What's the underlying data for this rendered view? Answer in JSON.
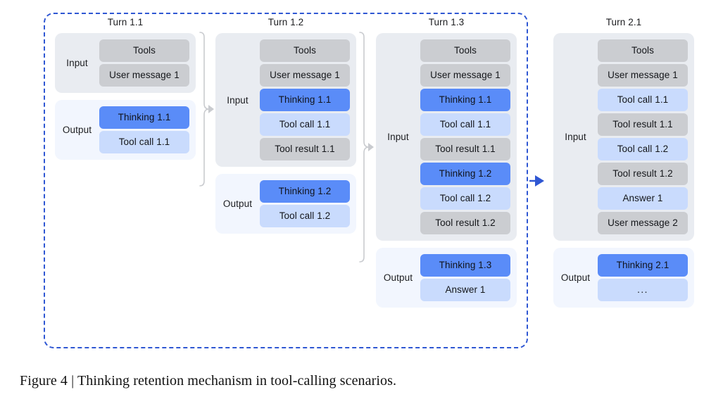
{
  "figure": {
    "caption": "Figure 4 | Thinking retention mechanism in tool-calling scenarios.",
    "frame_color": "#2f57d3",
    "colors": {
      "input_panel": "#e9ecf1",
      "output_panel": "#f2f6fe",
      "block_grey": "#cbcdd1",
      "block_thinking": "#5a8cf8",
      "block_light_blue": "#c9dbfd",
      "connector_grey": "#c9cbcf",
      "arrow_blue": "#2f57d3"
    },
    "labels": {
      "input": "Input",
      "output": "Output"
    }
  },
  "turns": [
    {
      "title": "Turn 1.1",
      "input": [
        {
          "text": "Tools",
          "kind": "grey"
        },
        {
          "text": "User message 1",
          "kind": "grey"
        }
      ],
      "output": [
        {
          "text": "Thinking 1.1",
          "kind": "think"
        },
        {
          "text": "Tool call 1.1",
          "kind": "lightblue"
        }
      ]
    },
    {
      "title": "Turn 1.2",
      "input": [
        {
          "text": "Tools",
          "kind": "grey"
        },
        {
          "text": "User message 1",
          "kind": "grey"
        },
        {
          "text": "Thinking 1.1",
          "kind": "think"
        },
        {
          "text": "Tool call 1.1",
          "kind": "lightblue"
        },
        {
          "text": "Tool result 1.1",
          "kind": "grey"
        }
      ],
      "output": [
        {
          "text": "Thinking 1.2",
          "kind": "think"
        },
        {
          "text": "Tool call 1.2",
          "kind": "lightblue"
        }
      ]
    },
    {
      "title": "Turn 1.3",
      "input": [
        {
          "text": "Tools",
          "kind": "grey"
        },
        {
          "text": "User message 1",
          "kind": "grey"
        },
        {
          "text": "Thinking 1.1",
          "kind": "think"
        },
        {
          "text": "Tool call 1.1",
          "kind": "lightblue"
        },
        {
          "text": "Tool result 1.1",
          "kind": "grey"
        },
        {
          "text": "Thinking 1.2",
          "kind": "think"
        },
        {
          "text": "Tool call 1.2",
          "kind": "lightblue"
        },
        {
          "text": "Tool result 1.2",
          "kind": "grey"
        }
      ],
      "output": [
        {
          "text": "Thinking 1.3",
          "kind": "think"
        },
        {
          "text": "Answer 1",
          "kind": "lightblue"
        }
      ]
    },
    {
      "title": "Turn 2.1",
      "input": [
        {
          "text": "Tools",
          "kind": "grey"
        },
        {
          "text": "User message 1",
          "kind": "grey"
        },
        {
          "text": "Tool call 1.1",
          "kind": "lightblue"
        },
        {
          "text": "Tool result 1.1",
          "kind": "grey"
        },
        {
          "text": "Tool call 1.2",
          "kind": "lightblue"
        },
        {
          "text": "Tool result 1.2",
          "kind": "grey"
        },
        {
          "text": "Answer 1",
          "kind": "lightblue"
        },
        {
          "text": "User message 2",
          "kind": "grey"
        }
      ],
      "output": [
        {
          "text": "Thinking 2.1",
          "kind": "think"
        },
        {
          "text": "...",
          "kind": "lightblue"
        }
      ]
    }
  ],
  "connectors": [
    {
      "name": "turn-1-1-to-1-2",
      "style": "grey-brace-arrow"
    },
    {
      "name": "turn-1-2-to-1-3",
      "style": "grey-brace-arrow"
    },
    {
      "name": "turn-1-3-to-2-1",
      "style": "blue-arrow"
    }
  ]
}
